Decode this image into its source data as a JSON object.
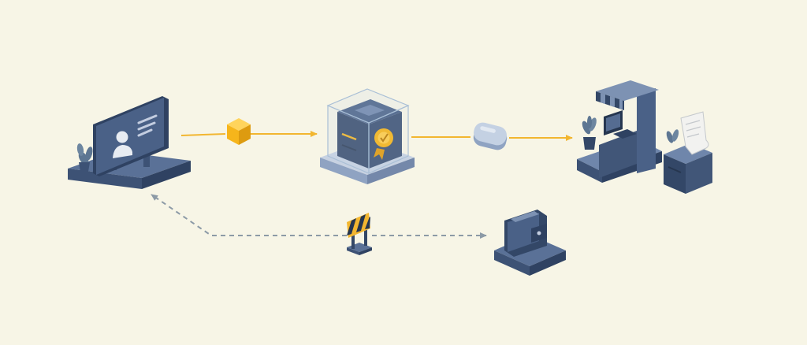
{
  "colors": {
    "background": "#f7f5e6",
    "accent_flow": "#f2b630",
    "dashed_flow": "#8c9aa6",
    "slate": "#4a6187",
    "slate_dark": "#334767",
    "slate_light": "#7d92b3",
    "glass": "#c6d8ea",
    "token": "#f6b51b",
    "plant": "#5d7692",
    "paper": "#f2f2f0"
  },
  "nodes": [
    {
      "id": "identity-kiosk",
      "icon": "profile-screen-icon"
    },
    {
      "id": "token-cube",
      "icon": "cube-icon"
    },
    {
      "id": "verified-vault",
      "icon": "badge-vault-icon"
    },
    {
      "id": "capsule-token",
      "icon": "capsule-icon"
    },
    {
      "id": "merchant-storefront",
      "icon": "storefront-icon"
    },
    {
      "id": "receipt-terminal",
      "icon": "receipt-printer-icon"
    },
    {
      "id": "barrier",
      "icon": "barrier-icon"
    },
    {
      "id": "wallet",
      "icon": "wallet-icon"
    }
  ],
  "edges": [
    {
      "from": "identity-kiosk",
      "to": "token-cube",
      "style": "solid",
      "arrow": false
    },
    {
      "from": "token-cube",
      "to": "verified-vault",
      "style": "solid",
      "arrow": true
    },
    {
      "from": "verified-vault",
      "to": "capsule-token",
      "style": "solid",
      "arrow": false
    },
    {
      "from": "capsule-token",
      "to": "merchant-storefront",
      "style": "solid",
      "arrow": true
    },
    {
      "from": "barrier",
      "to": "identity-kiosk",
      "style": "dashed",
      "arrow": true
    },
    {
      "from": "barrier",
      "to": "wallet",
      "style": "dashed",
      "arrow": true
    }
  ]
}
